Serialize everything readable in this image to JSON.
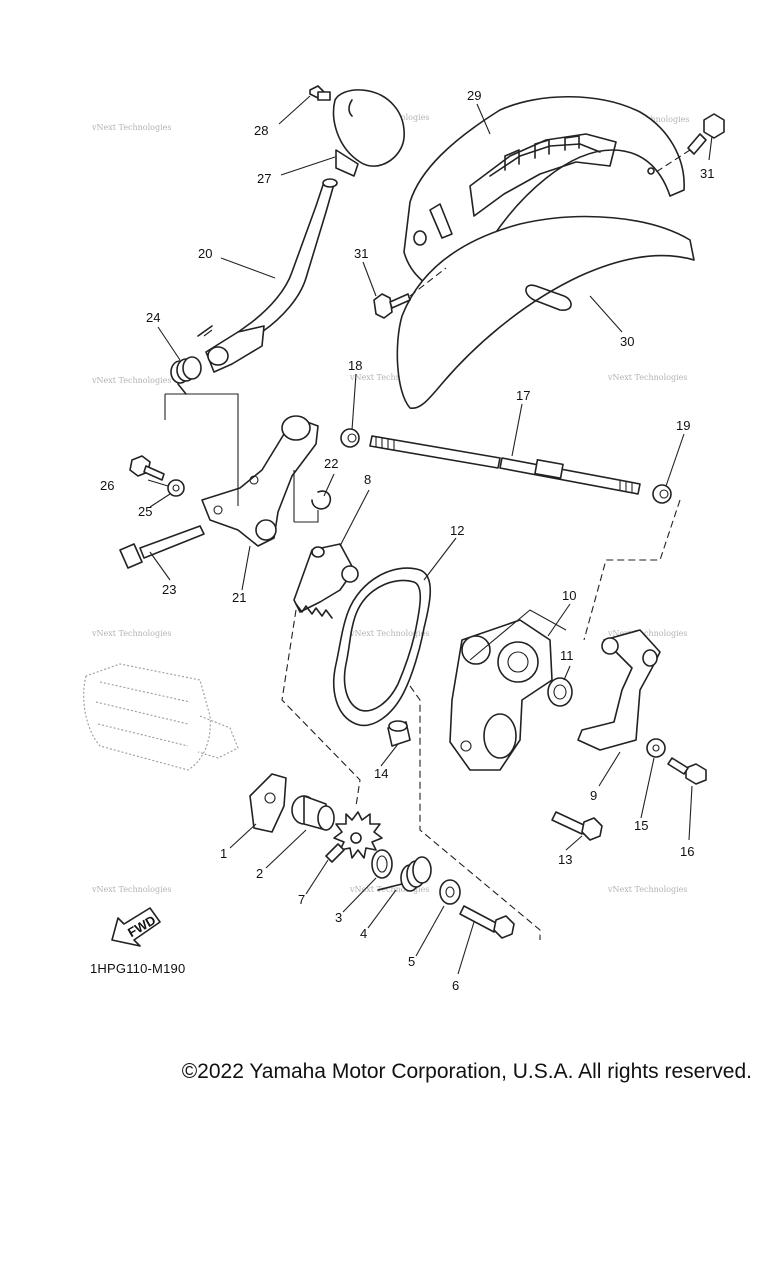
{
  "diagram": {
    "code": "1HPG110-M190",
    "fwd_label": "FWD",
    "watermark": "vNext Technologies",
    "callouts": [
      "1",
      "2",
      "3",
      "4",
      "5",
      "6",
      "7",
      "8",
      "9",
      "10",
      "11",
      "12",
      "13",
      "14",
      "15",
      "16",
      "17",
      "18",
      "19",
      "20",
      "21",
      "22",
      "23",
      "24",
      "25",
      "26",
      "27",
      "28",
      "29",
      "30",
      "31"
    ]
  },
  "footer": {
    "copyright": "©2022 Yamaha Motor Corporation, U.S.A. All rights reserved."
  },
  "colors": {
    "ink": "#222222",
    "watermark": "#b3b3b3",
    "background": "#ffffff"
  }
}
